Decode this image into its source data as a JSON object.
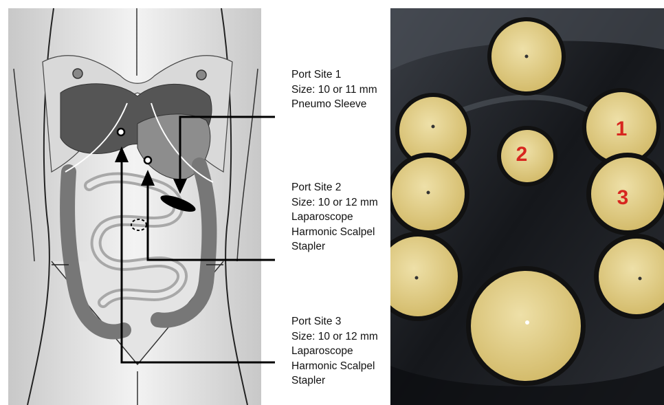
{
  "port_sites": [
    {
      "title": "Port Site 1",
      "size": "Size: 10 or 11 mm",
      "instruments": [
        "Pneumo Sleeve"
      ]
    },
    {
      "title": "Port Site 2",
      "size": "Size: 10 or 12 mm",
      "instruments": [
        "Laparoscope",
        "Harmonic Scalpel",
        "Stapler"
      ]
    },
    {
      "title": "Port Site 3",
      "size": "Size: 10 or 12 mm",
      "instruments": [
        "Laparoscope",
        "Harmonic Scalpel",
        "Stapler"
      ]
    }
  ],
  "photo_labels": [
    "1",
    "2",
    "3"
  ],
  "colors": {
    "label_red": "#d7261f",
    "pad_yellow": "#e2cf86",
    "tray_dark": "#1d2024"
  }
}
